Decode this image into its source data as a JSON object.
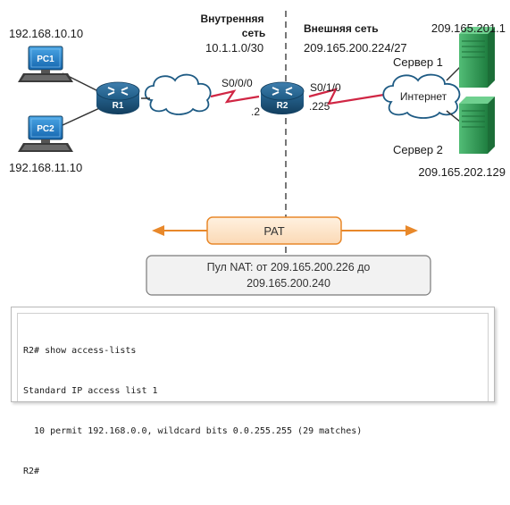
{
  "labels": {
    "pc1_ip": "192.168.10.10",
    "pc2_ip": "192.168.11.10",
    "inside_title_1": "Внутренняя",
    "inside_title_2": "сеть",
    "inside_net": "10.1.1.0/30",
    "outside_title": "Внешняя сеть",
    "outside_net": "209.165.200.224/27",
    "server1_ip": "209.165.201.1",
    "server1_name": "Сервер 1",
    "server2_name": "Сервер 2",
    "server2_ip": "209.165.202.129",
    "if_s000": "S0/0/0",
    "if_s010": "S0/1/0",
    "host_2": ".2",
    "host_225": ".225",
    "internet": "Интернет"
  },
  "devices": {
    "pc1": "PC1",
    "pc2": "PC2",
    "r1": "R1",
    "r2": "R2"
  },
  "pat_label": "PAT",
  "nat_pool_line1": "Пул NAT: от 209.165.200.226 до",
  "nat_pool_line2": "209.165.200.240",
  "terminal": {
    "lines": [
      "R2# show access-lists",
      "Standard IP access list 1",
      "  10 permit 192.168.0.0, wildcard bits 0.0.255.255 (29 matches)",
      "R2#"
    ]
  },
  "colors": {
    "router": "#1e5b84",
    "pc_screen": "#1f7bc4",
    "server": "#2f9a55",
    "serial_link": "#d02644",
    "pat_arrow": "#e8882a",
    "pat_fill": "#fde7cf"
  }
}
